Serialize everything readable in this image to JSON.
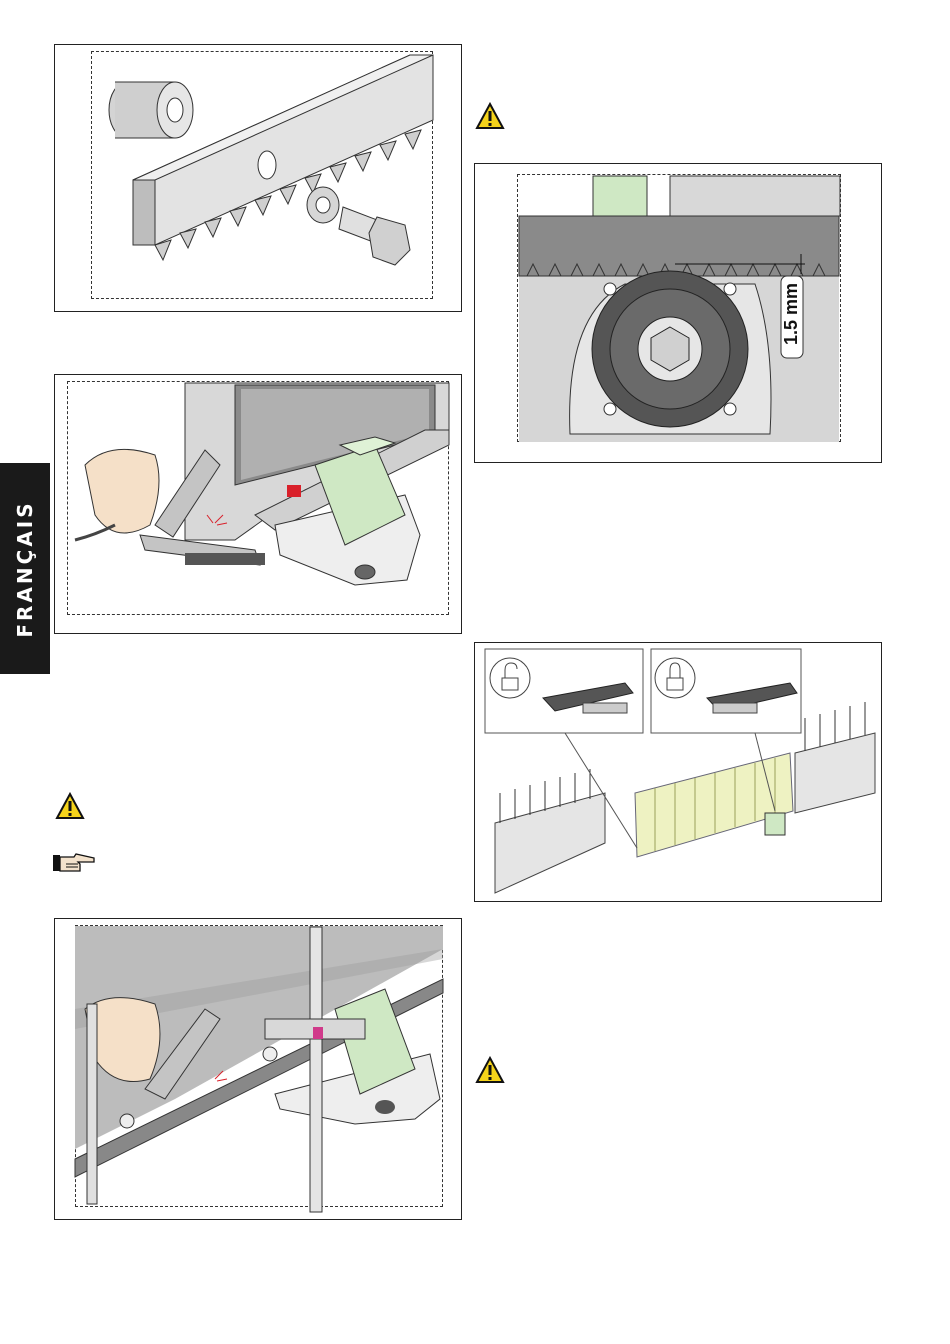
{
  "side_tab": {
    "label": "FRANÇAIS"
  },
  "figures": {
    "rack_detail": {
      "name": "rack-parts-figure"
    },
    "weld_rack": {
      "name": "weld-rack-figure"
    },
    "gear_clearance": {
      "clearance_label": "1.5 mm"
    },
    "lock_release": {
      "name": "lock-release-figure"
    },
    "rack_alignment": {
      "name": "rack-alignment-figure"
    }
  },
  "icons": [
    "warning-icon",
    "pointing-hand-icon",
    "padlock-open-icon",
    "padlock-closed-icon"
  ],
  "colors": {
    "motor_cover": "#cfe8c4",
    "gate": "#eef2c2",
    "warning": "#f5d31a",
    "tab": "#1a1a1a"
  }
}
